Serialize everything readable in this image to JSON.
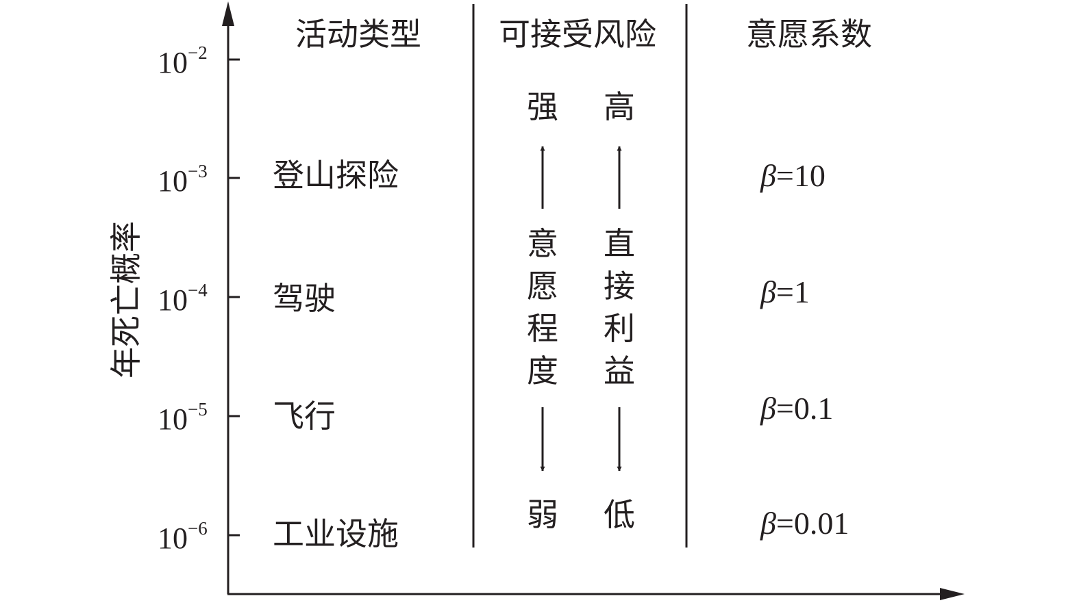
{
  "y_axis": {
    "label": "年死亡概率",
    "ticks": [
      {
        "base": "10",
        "exp": "−2"
      },
      {
        "base": "10",
        "exp": "−3"
      },
      {
        "base": "10",
        "exp": "−4"
      },
      {
        "base": "10",
        "exp": "−5"
      },
      {
        "base": "10",
        "exp": "−6"
      }
    ]
  },
  "headers": {
    "activity": "活动类型",
    "acceptable_risk": "可接受风险",
    "willingness_coef": "意愿系数"
  },
  "activities": [
    "登山探险",
    "驾驶",
    "飞行",
    "工业设施"
  ],
  "risk_column": {
    "left_top": "强",
    "left_bottom": "弱",
    "left_middle": [
      "意",
      "愿",
      "程",
      "度"
    ],
    "right_top": "高",
    "right_bottom": "低",
    "right_middle": [
      "直",
      "接",
      "利",
      "益"
    ]
  },
  "betas": [
    {
      "symbol": "β",
      "value": "=10"
    },
    {
      "symbol": "β",
      "value": "=1"
    },
    {
      "symbol": "β",
      "value": "=0.1"
    },
    {
      "symbol": "β",
      "value": "=0.01"
    }
  ],
  "colors": {
    "ink": "#231f20",
    "background": "#ffffff"
  }
}
